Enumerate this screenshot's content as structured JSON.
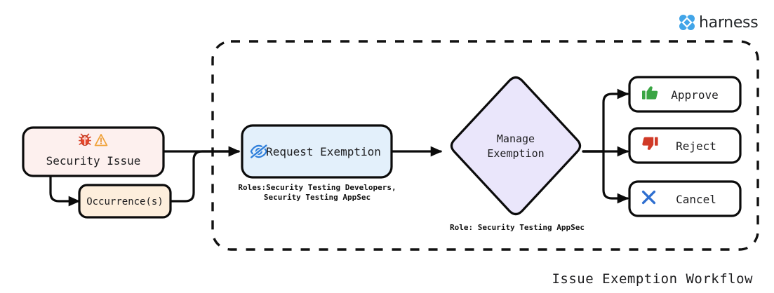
{
  "brand": {
    "name": "harness",
    "logo_icon": "harness-logo-icon",
    "logo_color": "#42A5E8",
    "text_color": "#25282b"
  },
  "title": "Issue Exemption Workflow",
  "container": {
    "style": "dashed",
    "label": "exemption-workflow-boundary"
  },
  "nodes": [
    {
      "id": "security-issue",
      "label": "Security Issue",
      "icons": [
        "bug-icon",
        "warning-triangle-icon"
      ],
      "fill": "#fdf0ee",
      "stroke": "#0b0b0b",
      "shape": "rounded-rect"
    },
    {
      "id": "occurrences",
      "label": "Occurrence(s)",
      "icons": [],
      "fill": "#fdeedc",
      "stroke": "#0b0b0b",
      "shape": "rounded-rect"
    },
    {
      "id": "request-exemption",
      "label": "Request Exemption",
      "icons": [
        "eye-off-icon"
      ],
      "icon_color": "#2f7fdb",
      "fill": "#e3f0fb",
      "stroke": "#0b0b0b",
      "shape": "rounded-rect",
      "caption_lines": [
        "Roles:Security Testing Developers,",
        "Security Testing AppSec"
      ]
    },
    {
      "id": "manage-exemption",
      "label_lines": [
        "Manage",
        "Exemption"
      ],
      "fill": "#eae6fb",
      "stroke": "#0b0b0b",
      "shape": "diamond",
      "caption_lines": [
        "Role: Security Testing AppSec"
      ]
    },
    {
      "id": "approve",
      "label": "Approve",
      "icons": [
        "thumbs-up-icon"
      ],
      "icon_color": "#3aa544",
      "fill": "#ffffff",
      "stroke": "#0b0b0b",
      "shape": "rounded-rect"
    },
    {
      "id": "reject",
      "label": "Reject",
      "icons": [
        "thumbs-down-icon"
      ],
      "icon_color": "#d03a27",
      "fill": "#ffffff",
      "stroke": "#0b0b0b",
      "shape": "rounded-rect"
    },
    {
      "id": "cancel",
      "label": "Cancel",
      "icons": [
        "x-mark-icon"
      ],
      "icon_color": "#2f6fd0",
      "fill": "#ffffff",
      "stroke": "#0b0b0b",
      "shape": "rounded-rect"
    }
  ],
  "edges": [
    {
      "from": "security-issue",
      "to": "request-exemption"
    },
    {
      "from": "security-issue",
      "to": "occurrences"
    },
    {
      "from": "occurrences",
      "to": "request-exemption"
    },
    {
      "from": "request-exemption",
      "to": "manage-exemption"
    },
    {
      "from": "manage-exemption",
      "to": "approve"
    },
    {
      "from": "manage-exemption",
      "to": "reject"
    },
    {
      "from": "manage-exemption",
      "to": "cancel"
    }
  ]
}
